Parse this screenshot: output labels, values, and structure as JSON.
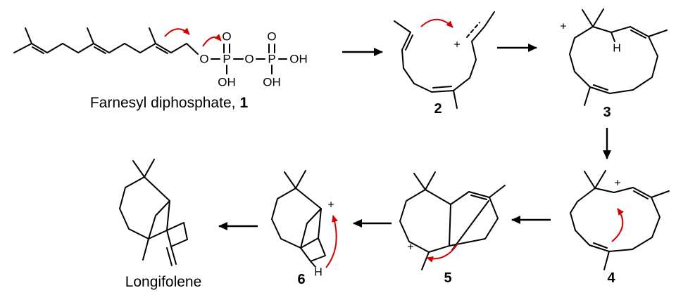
{
  "colors": {
    "bond": "#000000",
    "curved_arrow": "#d40000",
    "text": "#000000",
    "background": "#ffffff"
  },
  "molecules": {
    "farnesyl_diphosphate": {
      "caption": "Farnesyl diphosphate,",
      "number": "1",
      "atoms": {
        "ester_o": "O",
        "p1": "P",
        "p1_dbl_o": "O",
        "p1_oh": "OH",
        "bridge_o": "O",
        "p2": "P",
        "p2_dbl_o": "O",
        "p2_oh": "OH",
        "terminal_oh": "OH"
      }
    },
    "cation_2": {
      "number": "2",
      "charge": "+"
    },
    "cation_3": {
      "number": "3",
      "charge": "+",
      "hydrogen": "H"
    },
    "cation_4": {
      "number": "4",
      "charge": "+"
    },
    "cation_5": {
      "number": "5",
      "charge": "+"
    },
    "cation_6": {
      "number": "6",
      "charge": "+",
      "hydrogen": "H"
    },
    "longifolene": {
      "caption": "Longifolene"
    }
  }
}
